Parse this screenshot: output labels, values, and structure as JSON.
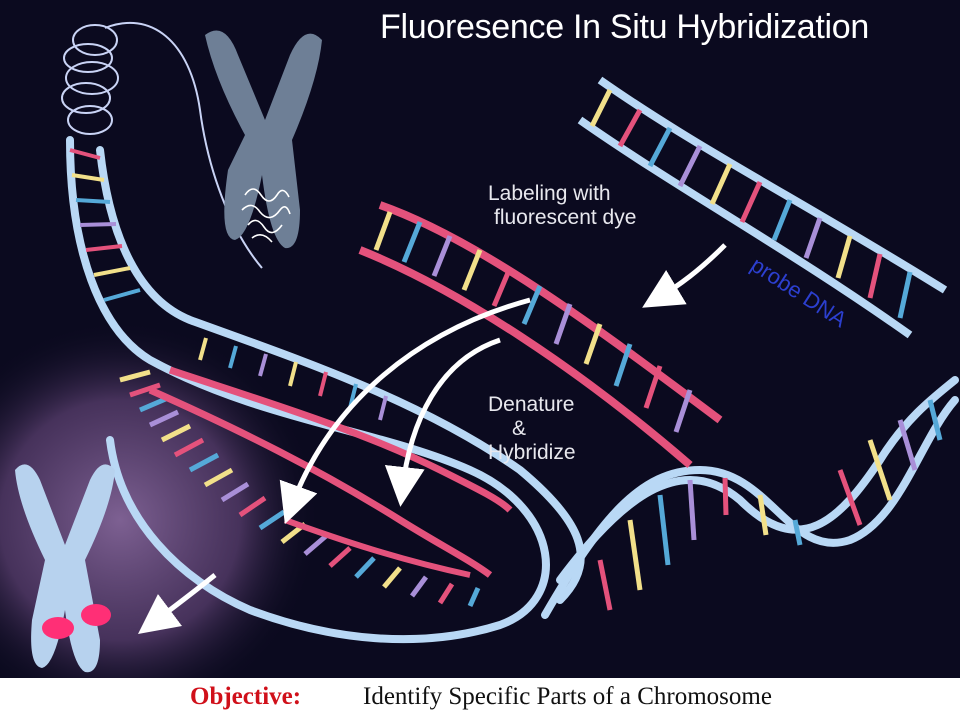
{
  "title": "Fluoresence In Situ Hybridization",
  "labels": {
    "labeling_line1": "Labeling with",
    "labeling_line2": "fluorescent dye",
    "probe": "probe DNA",
    "denature": "Denature",
    "amp": "&",
    "hybridize": "Hybridize"
  },
  "caption": {
    "prefix": "Objective:",
    "text": "Identify  Specific Parts of  a Chromosome"
  },
  "colors": {
    "background": "#0b0a1f",
    "backbone_blue": "#b9d8f5",
    "strand_pink": "#e4527c",
    "chromosome_grey": "#6e7f96",
    "chromosome_light": "#b7d2ee",
    "fluorescent_spot": "#ff2f76",
    "glow": "#6a4b7f",
    "caption_red": "#d0101a"
  },
  "icons": [
    "chromosome-icon",
    "fluorescent-chromosome-icon",
    "arrow-icon"
  ]
}
